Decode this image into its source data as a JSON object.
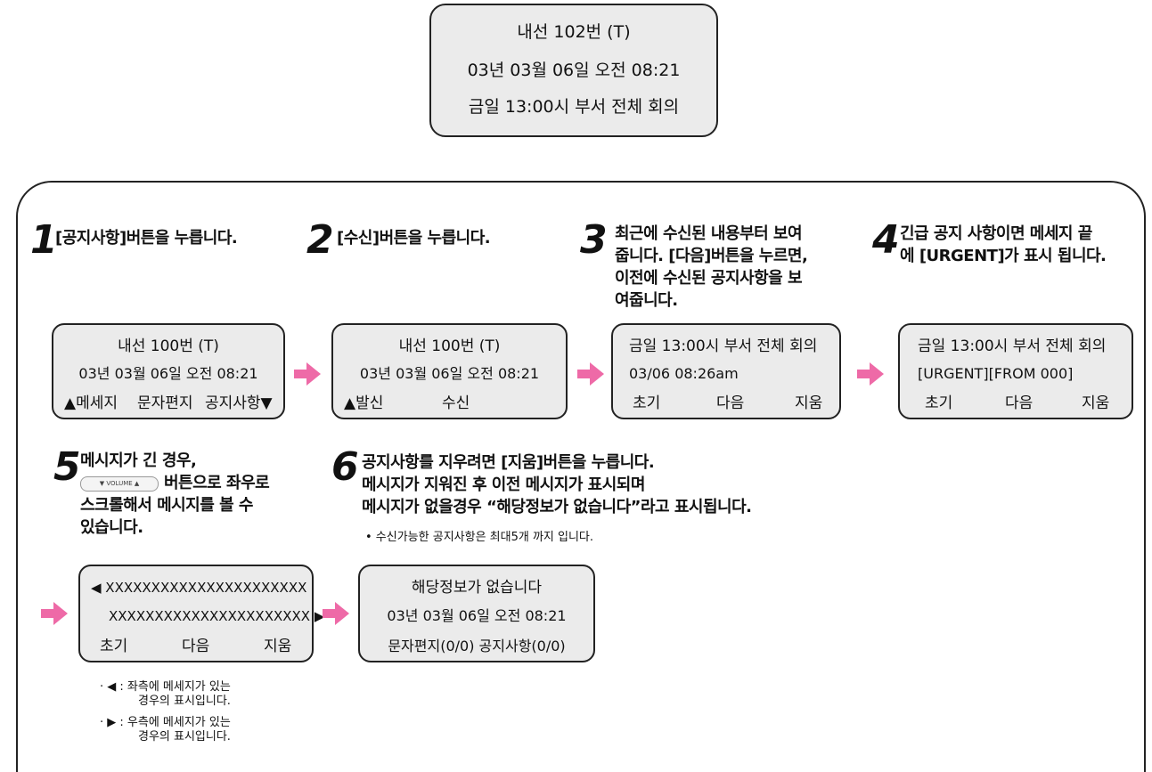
{
  "top_display": {
    "line1": "내선 102번 (T)",
    "line2": "03년 03월 06일  오전 08:21",
    "line3": "금일 13:00시 부서 전체 회의"
  },
  "steps": [
    {
      "number": "1",
      "text": "[공지사항]버튼을 누릅니다."
    },
    {
      "number": "2",
      "text": "[수신]버튼을 누릅니다."
    },
    {
      "number": "3",
      "lines": [
        "최근에 수신된 내용부터 보여",
        "줍니다. [다음]버튼을 누르면,",
        "이전에 수신된 공지사항을 보",
        "여줍니다."
      ]
    },
    {
      "number": "4",
      "lines": [
        "긴급 공지 사항이면 메세지 끝",
        "에 [URGENT]가 표시 됩니다."
      ]
    },
    {
      "number": "5",
      "lines": [
        "메시지가 긴 경우,",
        "버튼으로 좌우로",
        "스크롤해서 메시지를 볼 수",
        "있습니다."
      ],
      "button_label": "▼  VOLUME  ▲"
    },
    {
      "number": "6",
      "lines": [
        "공지사항를 지우려면 [지움]버튼을 누릅니다.",
        "메시지가 지워진 후 이전 메시지가 표시되며",
        "메시지가 없을경우 “해당정보가 없습니다”라고 표시됩니다."
      ],
      "note": "• 수신가능한 공지사항은 최대5개 까지 입니다."
    }
  ],
  "displays": {
    "d1": {
      "line1": "내선 100번 (T)",
      "line2": "03년 03월 06일    오전 08:21",
      "line3_left": "▲메세지",
      "line3_mid": "문자편지",
      "line3_right": "공지사항▼"
    },
    "d2": {
      "line1": "내선 100번 (T)",
      "line2": "03년 03월 06일    오전 08:21",
      "line3_left": "▲발신",
      "line3_mid": "수신"
    },
    "d3": {
      "line1": "금일 13:00시 부서 전체 회의",
      "line2": "03/06    08:26am",
      "soft1": "초기",
      "soft2": "다음",
      "soft3": "지움"
    },
    "d4": {
      "line1": "금일 13:00시 부서 전체 회의",
      "line2": "[URGENT][FROM 000]",
      "soft1": "초기",
      "soft2": "다음",
      "soft3": "지움"
    },
    "d5": {
      "line1": "◀ XXXXXXXXXXXXXXXXXXXXXX",
      "line2": "XXXXXXXXXXXXXXXXXXXXXX ▶",
      "soft1": "초기",
      "soft2": "다음",
      "soft3": "지움"
    },
    "d6": {
      "line1": "해당정보가 없습니다",
      "line2": "03년 03월 06일 오전 08:21",
      "line3": "문자편지(0/0)   공지사항(0/0)"
    }
  },
  "legend": {
    "left_line1": "· ◀ : 좌측에 메세지가 있는",
    "left_line2": "경우의 표시입니다.",
    "right_line1": "· ▶ : 우측에 메세지가 있는",
    "right_line2": "경우의 표시입니다."
  },
  "colors": {
    "arrow": "#ee6aa7",
    "lcd_bg": "#ebebeb"
  }
}
